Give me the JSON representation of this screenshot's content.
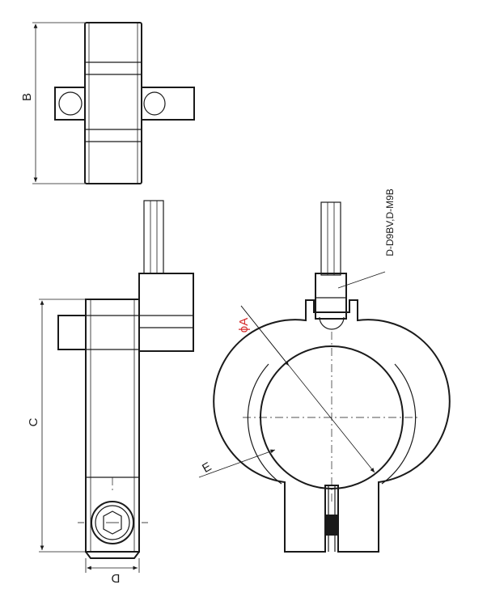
{
  "dimensions": {
    "b": "B",
    "c": "C",
    "d": "D",
    "e": "E",
    "a": "ϕA"
  },
  "callout": {
    "sensor_models": "D-D9BV,D-M9B"
  },
  "colors": {
    "line": "#1a1a1a",
    "dim_a": "#d42a2a"
  }
}
